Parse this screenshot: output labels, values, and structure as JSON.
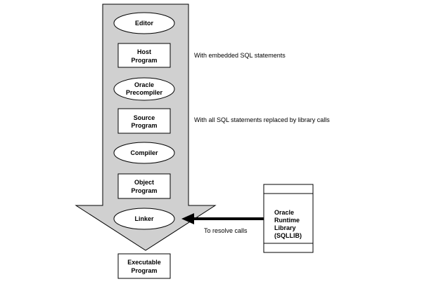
{
  "steps": {
    "editor": "Editor",
    "host_program": [
      "Host",
      "Program"
    ],
    "precompiler": [
      "Oracle",
      "Precompiler"
    ],
    "source_program": [
      "Source",
      "Program"
    ],
    "compiler": "Compiler",
    "object_program": [
      "Object",
      "Program"
    ],
    "linker": "Linker",
    "executable_program": [
      "Executable",
      "Program"
    ]
  },
  "library": [
    "Oracle",
    "Runtime",
    "Library",
    "(SQLLIB)"
  ],
  "notes": {
    "host_program": "With embedded SQL statements",
    "source_program": "With all SQL statements replaced by library calls",
    "linker": "To resolve calls"
  },
  "colors": {
    "arrow_fill": "#d0d0d0",
    "stroke": "#000000",
    "box_fill": "#ffffff"
  }
}
